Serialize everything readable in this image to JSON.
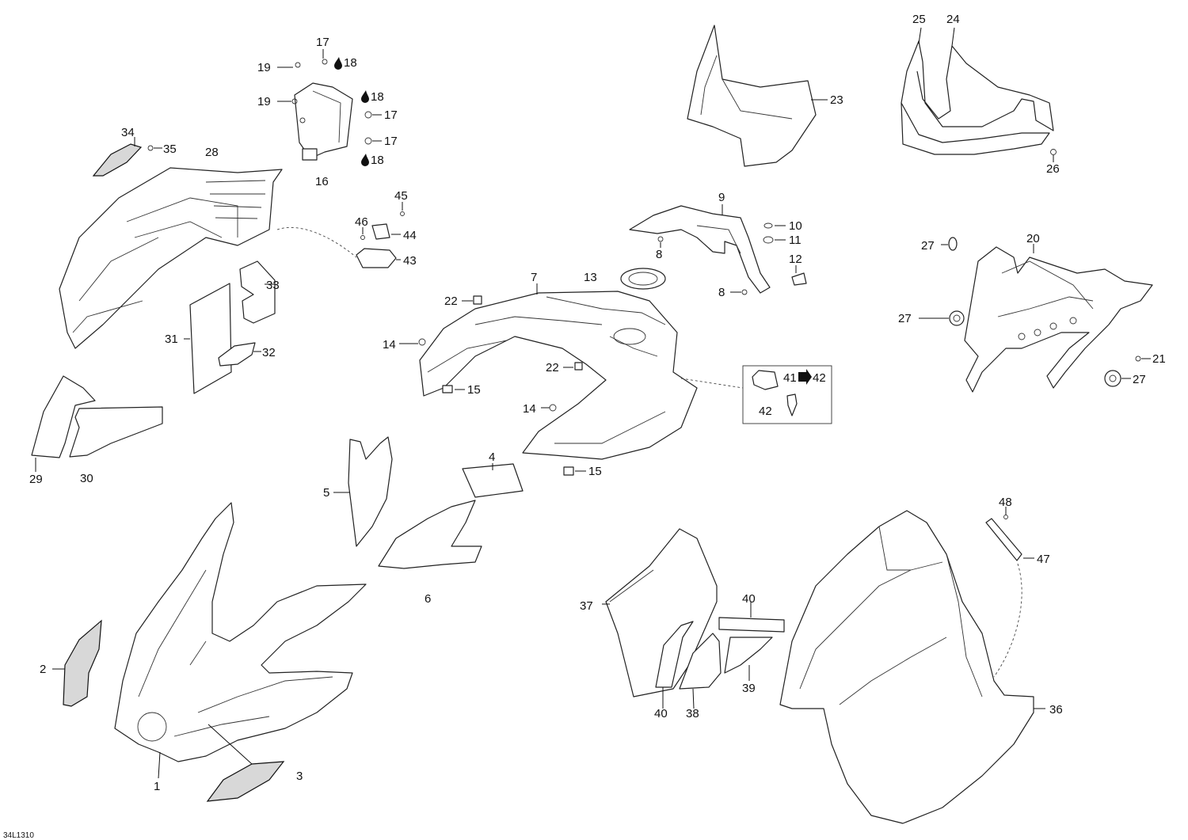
{
  "diagram": {
    "code": "34L1310",
    "labels": {
      "l1": "1",
      "l2": "2",
      "l3": "3",
      "l4": "4",
      "l5": "5",
      "l6": "6",
      "l7": "7",
      "l8a": "8",
      "l8b": "8",
      "l9": "9",
      "l10": "10",
      "l11": "11",
      "l12": "12",
      "l13": "13",
      "l14a": "14",
      "l14b": "14",
      "l15a": "15",
      "l15b": "15",
      "l16": "16",
      "l17a": "17",
      "l17b": "17",
      "l17c": "17",
      "l18a": "18",
      "l18b": "18",
      "l18c": "18",
      "l19a": "19",
      "l19b": "19",
      "l20": "20",
      "l21": "21",
      "l22a": "22",
      "l22b": "22",
      "l23": "23",
      "l24": "24",
      "l25": "25",
      "l26": "26",
      "l27a": "27",
      "l27b": "27",
      "l27c": "27",
      "l28": "28",
      "l29": "29",
      "l30": "30",
      "l31": "31",
      "l32": "32",
      "l33": "33",
      "l34": "34",
      "l35": "35",
      "l36": "36",
      "l37": "37",
      "l38": "38",
      "l39": "39",
      "l40a": "40",
      "l40b": "40",
      "l41": "41",
      "l42": "42",
      "l42b": "42",
      "l43": "43",
      "l44": "44",
      "l45": "45",
      "l46": "46",
      "l47": "47",
      "l48": "48"
    },
    "icons": {
      "drop": "oil-drop-icon",
      "arrow": "arrow-right-icon"
    }
  }
}
